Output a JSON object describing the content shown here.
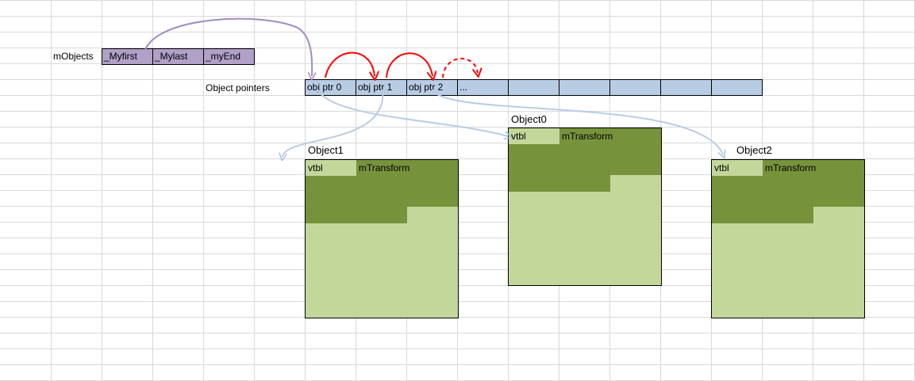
{
  "labels": {
    "mobjects": "mObjects",
    "object_pointers": "Object pointers"
  },
  "vector_fields": [
    "_Myfirst",
    "_Mylast",
    "_myEnd"
  ],
  "pointers": [
    "obj ptr 0",
    "obj ptr 1",
    "obj ptr 2",
    "...",
    "",
    "",
    "",
    "",
    ""
  ],
  "objects": [
    {
      "title": "Object1",
      "vtbl": "vtbl",
      "field": "mTransform"
    },
    {
      "title": "Object0",
      "vtbl": "vtbl",
      "field": "mTransform"
    },
    {
      "title": "Object2",
      "vtbl": "vtbl",
      "field": "mTransform"
    }
  ],
  "colors": {
    "vector_fill": "#b1a0c7",
    "pointer_fill": "#b8cce4",
    "object_light": "#c4d79b",
    "object_dark": "#76933c",
    "sequence_arrow": "#ff0000",
    "pointer_arrow": "#b8cce4",
    "first_arrow": "#b1a0c7",
    "gridline": "#d9d9d9"
  }
}
